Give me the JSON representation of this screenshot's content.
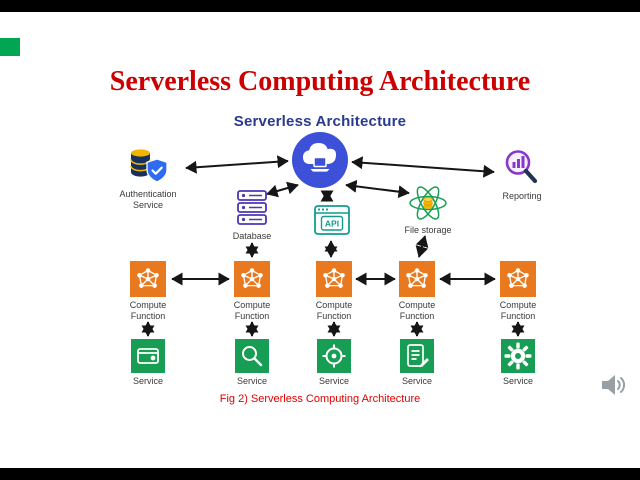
{
  "slide": {
    "title": "Serverless Computing Architecture",
    "caption": "Fig 2) Serverless Computing Architecture"
  },
  "diagram": {
    "title": "Serverless Architecture",
    "nodes": {
      "cloud": {
        "icon": "cloud-laptop-icon"
      },
      "authentication": {
        "label": "Authentication Service",
        "icon": "database-shield-icon"
      },
      "reporting": {
        "label": "Reporting",
        "icon": "magnifier-chart-icon"
      },
      "database": {
        "label": "Database",
        "icon": "server-stack-icon"
      },
      "api": {
        "label": "API",
        "icon": "browser-window-icon"
      },
      "file_storage": {
        "label": "File storage",
        "icon": "atom-database-icon"
      }
    },
    "compute_functions": [
      {
        "label": "Compute Function",
        "icon": "molecule-icon"
      },
      {
        "label": "Compute Function",
        "icon": "molecule-icon"
      },
      {
        "label": "Compute Function",
        "icon": "molecule-icon"
      },
      {
        "label": "Compute Function",
        "icon": "molecule-icon"
      },
      {
        "label": "Compute Function",
        "icon": "molecule-icon"
      }
    ],
    "services": [
      {
        "label": "Service",
        "icon": "wallet-icon"
      },
      {
        "label": "Service",
        "icon": "search-icon"
      },
      {
        "label": "Service",
        "icon": "target-icon"
      },
      {
        "label": "Service",
        "icon": "checklist-icon"
      },
      {
        "label": "Service",
        "icon": "gear-icon"
      }
    ]
  },
  "player": {
    "mute_icon": "speaker-icon"
  },
  "colors": {
    "title_red": "#cc0000",
    "caption_red": "#e00000",
    "diagram_title_blue": "#2b3a8e",
    "cloud_blue": "#3d51d8",
    "compute_orange": "#e8791e",
    "service_green": "#189e54",
    "database_purple": "#4d35b5",
    "api_teal": "#119c8d",
    "accent_green": "#00a651"
  }
}
